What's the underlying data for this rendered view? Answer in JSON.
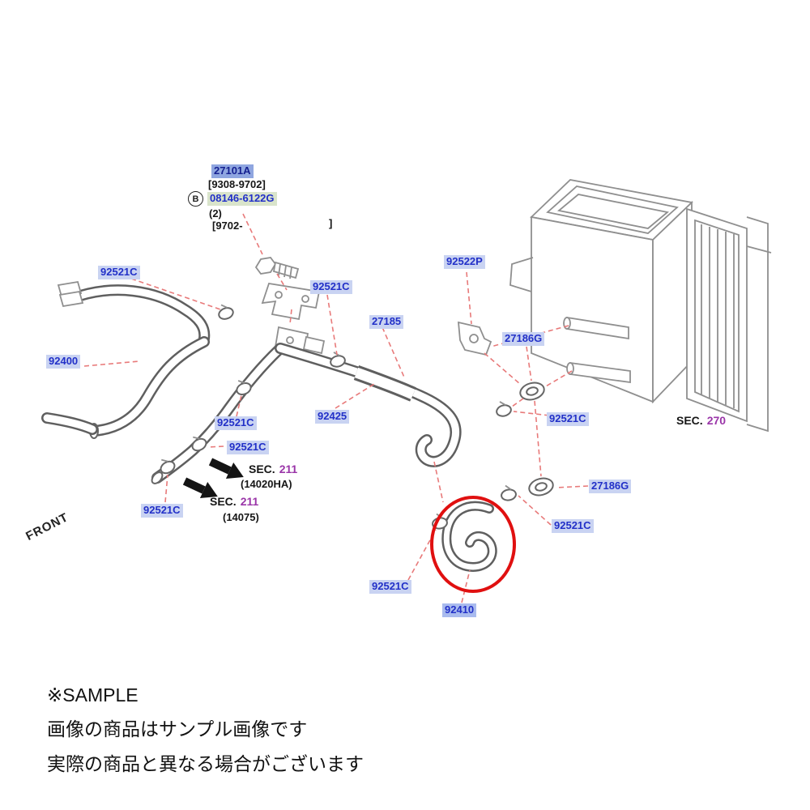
{
  "labels": {
    "top_group": {
      "part_27101a": "27101A",
      "range1": "[9308-9702]",
      "b_marker": "B",
      "bolt_part": "08146-6122G",
      "qty": "(2)",
      "range2_open": "[9702-",
      "range2_close": "]"
    },
    "parts": {
      "p92521c": "92521C",
      "p92522p": "92522P",
      "p27185": "27185",
      "p27186g": "27186G",
      "p92400": "92400",
      "p92425": "92425",
      "p92410": "92410"
    },
    "sections": {
      "sec_label": "SEC.",
      "sec211": "211",
      "sec270": "270",
      "ref_14020ha": "(14020HA)",
      "ref_14075": "(14075)"
    },
    "front_label": "FRONT"
  },
  "footer": {
    "sample_note": "※SAMPLE",
    "line1": "画像の商品はサンプル画像です",
    "line2": "実際の商品と異なる場合がございます"
  },
  "colors": {
    "part_link": "#2230c8",
    "part_highlight": "#c9d3f2",
    "section_number": "#9a35a8",
    "leader_line": "#e87a7a",
    "highlight_circle": "#e01010",
    "line_art": "#8f8f8f"
  }
}
